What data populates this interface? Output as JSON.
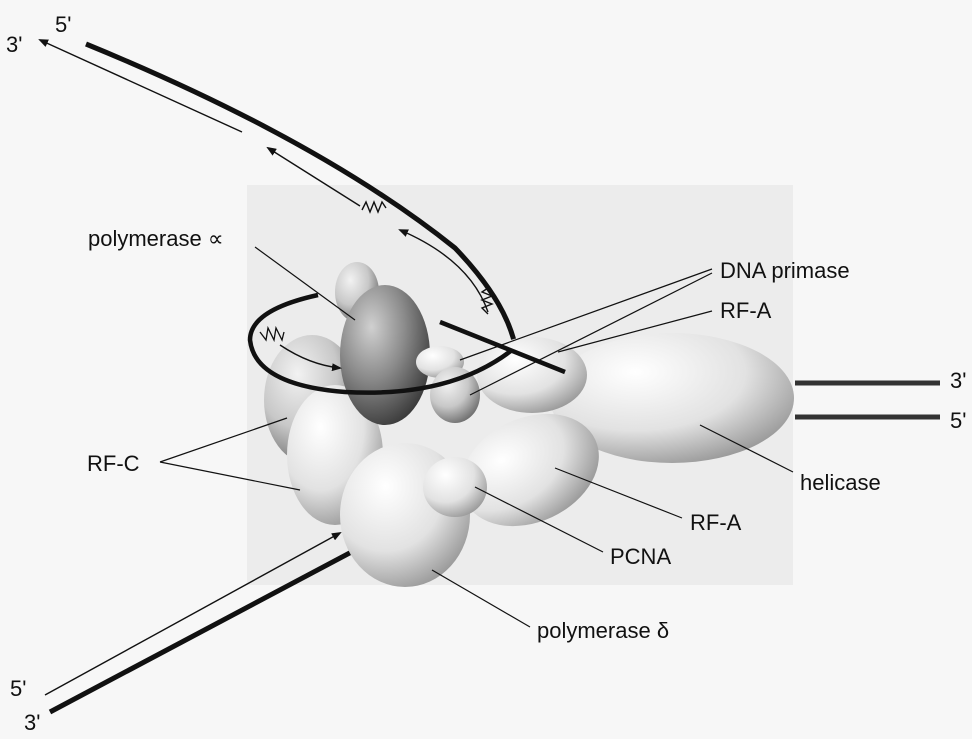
{
  "labels": {
    "polymerase_alpha": "polymerase ∝",
    "dna_primase": "DNA primase",
    "rf_a_top": "RF-A",
    "rf_c": "RF-C",
    "helicase": "helicase",
    "rf_a_bottom": "RF-A",
    "pcna": "PCNA",
    "polymerase_delta": "polymerase δ"
  },
  "strand_ends": {
    "top_left_3": "3'",
    "top_left_5": "5'",
    "right_3": "3'",
    "right_5": "5'",
    "bottom_left_5": "5'",
    "bottom_left_3": "3'"
  }
}
